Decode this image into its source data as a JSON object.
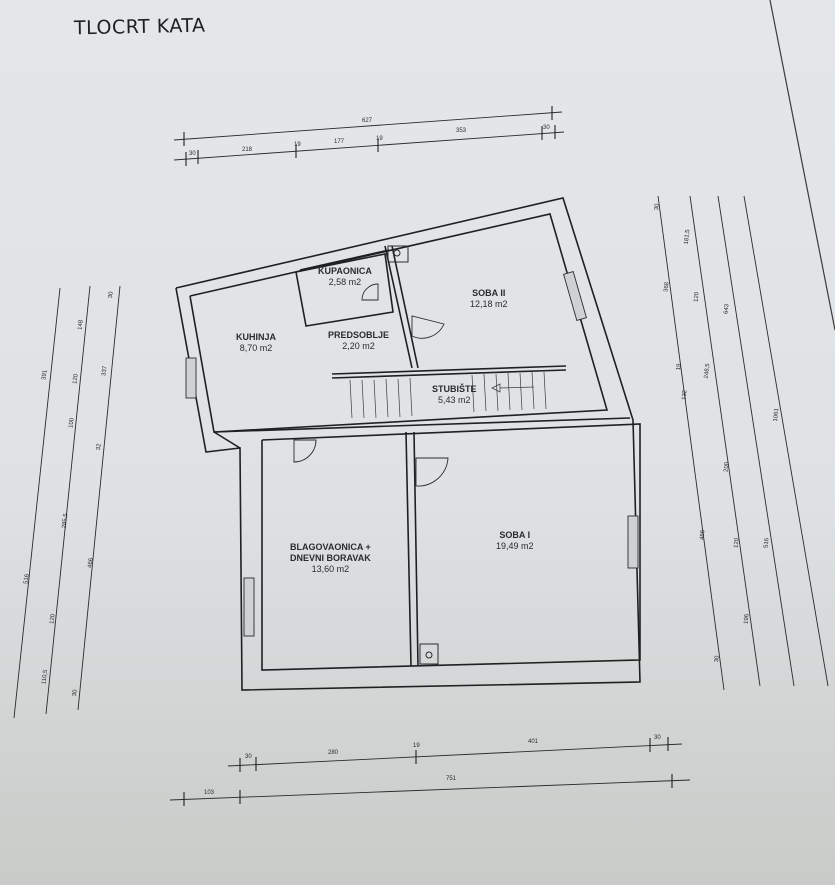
{
  "title": "TLOCRT KATA",
  "rooms": [
    {
      "name": "KUPAONICA",
      "area": "2,58 m2"
    },
    {
      "name": "KUHINJA",
      "area": "8,70 m2"
    },
    {
      "name": "PREDSOBLJE",
      "area": "2,20 m2"
    },
    {
      "name": "SOBA II",
      "area": "12,18 m2"
    },
    {
      "name": "STUBIŠTE",
      "area": "5,43 m2"
    },
    {
      "name_line1": "BLAGOVAONICA +",
      "name_line2": "DNEVNI BORAVAK",
      "area": "13,60 m2"
    },
    {
      "name": "SOBA I",
      "area": "19,49 m2"
    }
  ],
  "dimensions": {
    "top_total": "627",
    "top_segments": [
      "30",
      "218",
      "19",
      "177",
      "19",
      "353",
      "30"
    ],
    "bottom_segments": [
      "30",
      "280",
      "19",
      "401",
      "30"
    ],
    "bottom_total_left": "103",
    "bottom_total": "751",
    "left_outer": [
      "391",
      "516"
    ],
    "left_middle": [
      "148",
      "120",
      "100",
      "285,5",
      "120",
      "110,5"
    ],
    "left_inner": [
      "30",
      "337",
      "32",
      "466",
      "30"
    ],
    "right_first": [
      "30",
      "368",
      "19",
      "132",
      "466",
      "30"
    ],
    "right_second": [
      "181,5",
      "120",
      "248,5",
      "200",
      "120",
      "196"
    ],
    "right_third": [
      "643",
      "516"
    ],
    "right_fourth": [
      "1061"
    ]
  }
}
